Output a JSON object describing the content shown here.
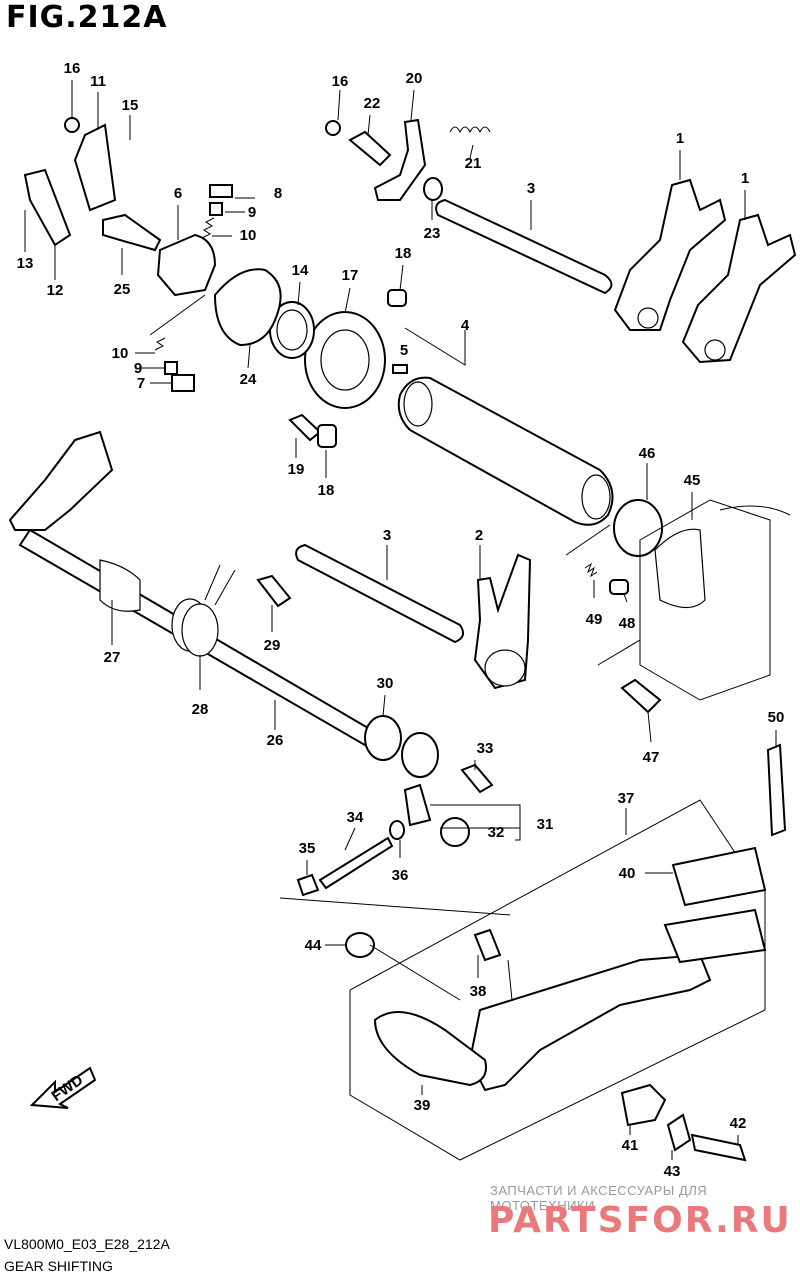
{
  "figure_title": "FIG.212A",
  "drawing_code": "VL800M0_E03_E28_212A",
  "caption": "GEAR SHIFTING",
  "fwd_label": "FWD",
  "watermark": {
    "line1": "ЗАПЧАСТИ И АКСЕССУАРЫ ДЛЯ МОТОТЕХНИКИ",
    "line2": "PARTSFOR.RU"
  },
  "callouts": [
    "1",
    "1",
    "2",
    "3",
    "3",
    "4",
    "5",
    "6",
    "7",
    "8",
    "9",
    "9",
    "10",
    "10",
    "11",
    "12",
    "13",
    "14",
    "15",
    "16",
    "16",
    "17",
    "18",
    "18",
    "19",
    "20",
    "21",
    "22",
    "23",
    "24",
    "25",
    "26",
    "27",
    "28",
    "29",
    "30",
    "31",
    "32",
    "33",
    "34",
    "35",
    "36",
    "37",
    "38",
    "39",
    "40",
    "41",
    "42",
    "43",
    "44",
    "45",
    "46",
    "47",
    "48",
    "49",
    "50"
  ]
}
